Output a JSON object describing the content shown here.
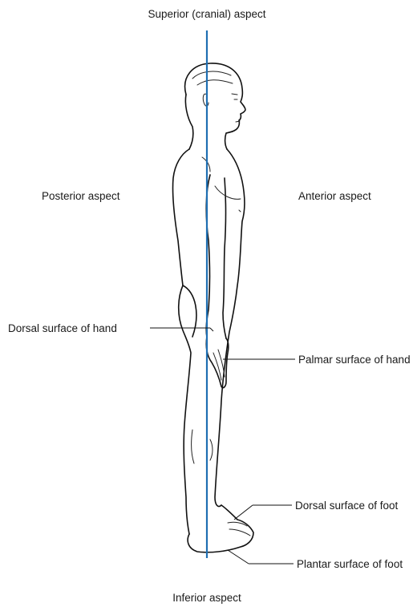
{
  "labels": {
    "superior": "Superior (cranial) aspect",
    "inferior": "Inferior aspect",
    "posterior": "Posterior aspect",
    "anterior": "Anterior aspect",
    "dorsal_hand": "Dorsal surface of hand",
    "palmar_hand": "Palmar surface of hand",
    "dorsal_foot": "Dorsal surface of foot",
    "plantar_foot": "Plantar surface of foot"
  },
  "colors": {
    "axis_line": "#1f6fb2",
    "outline": "#111111",
    "text": "#1a1a1a"
  }
}
